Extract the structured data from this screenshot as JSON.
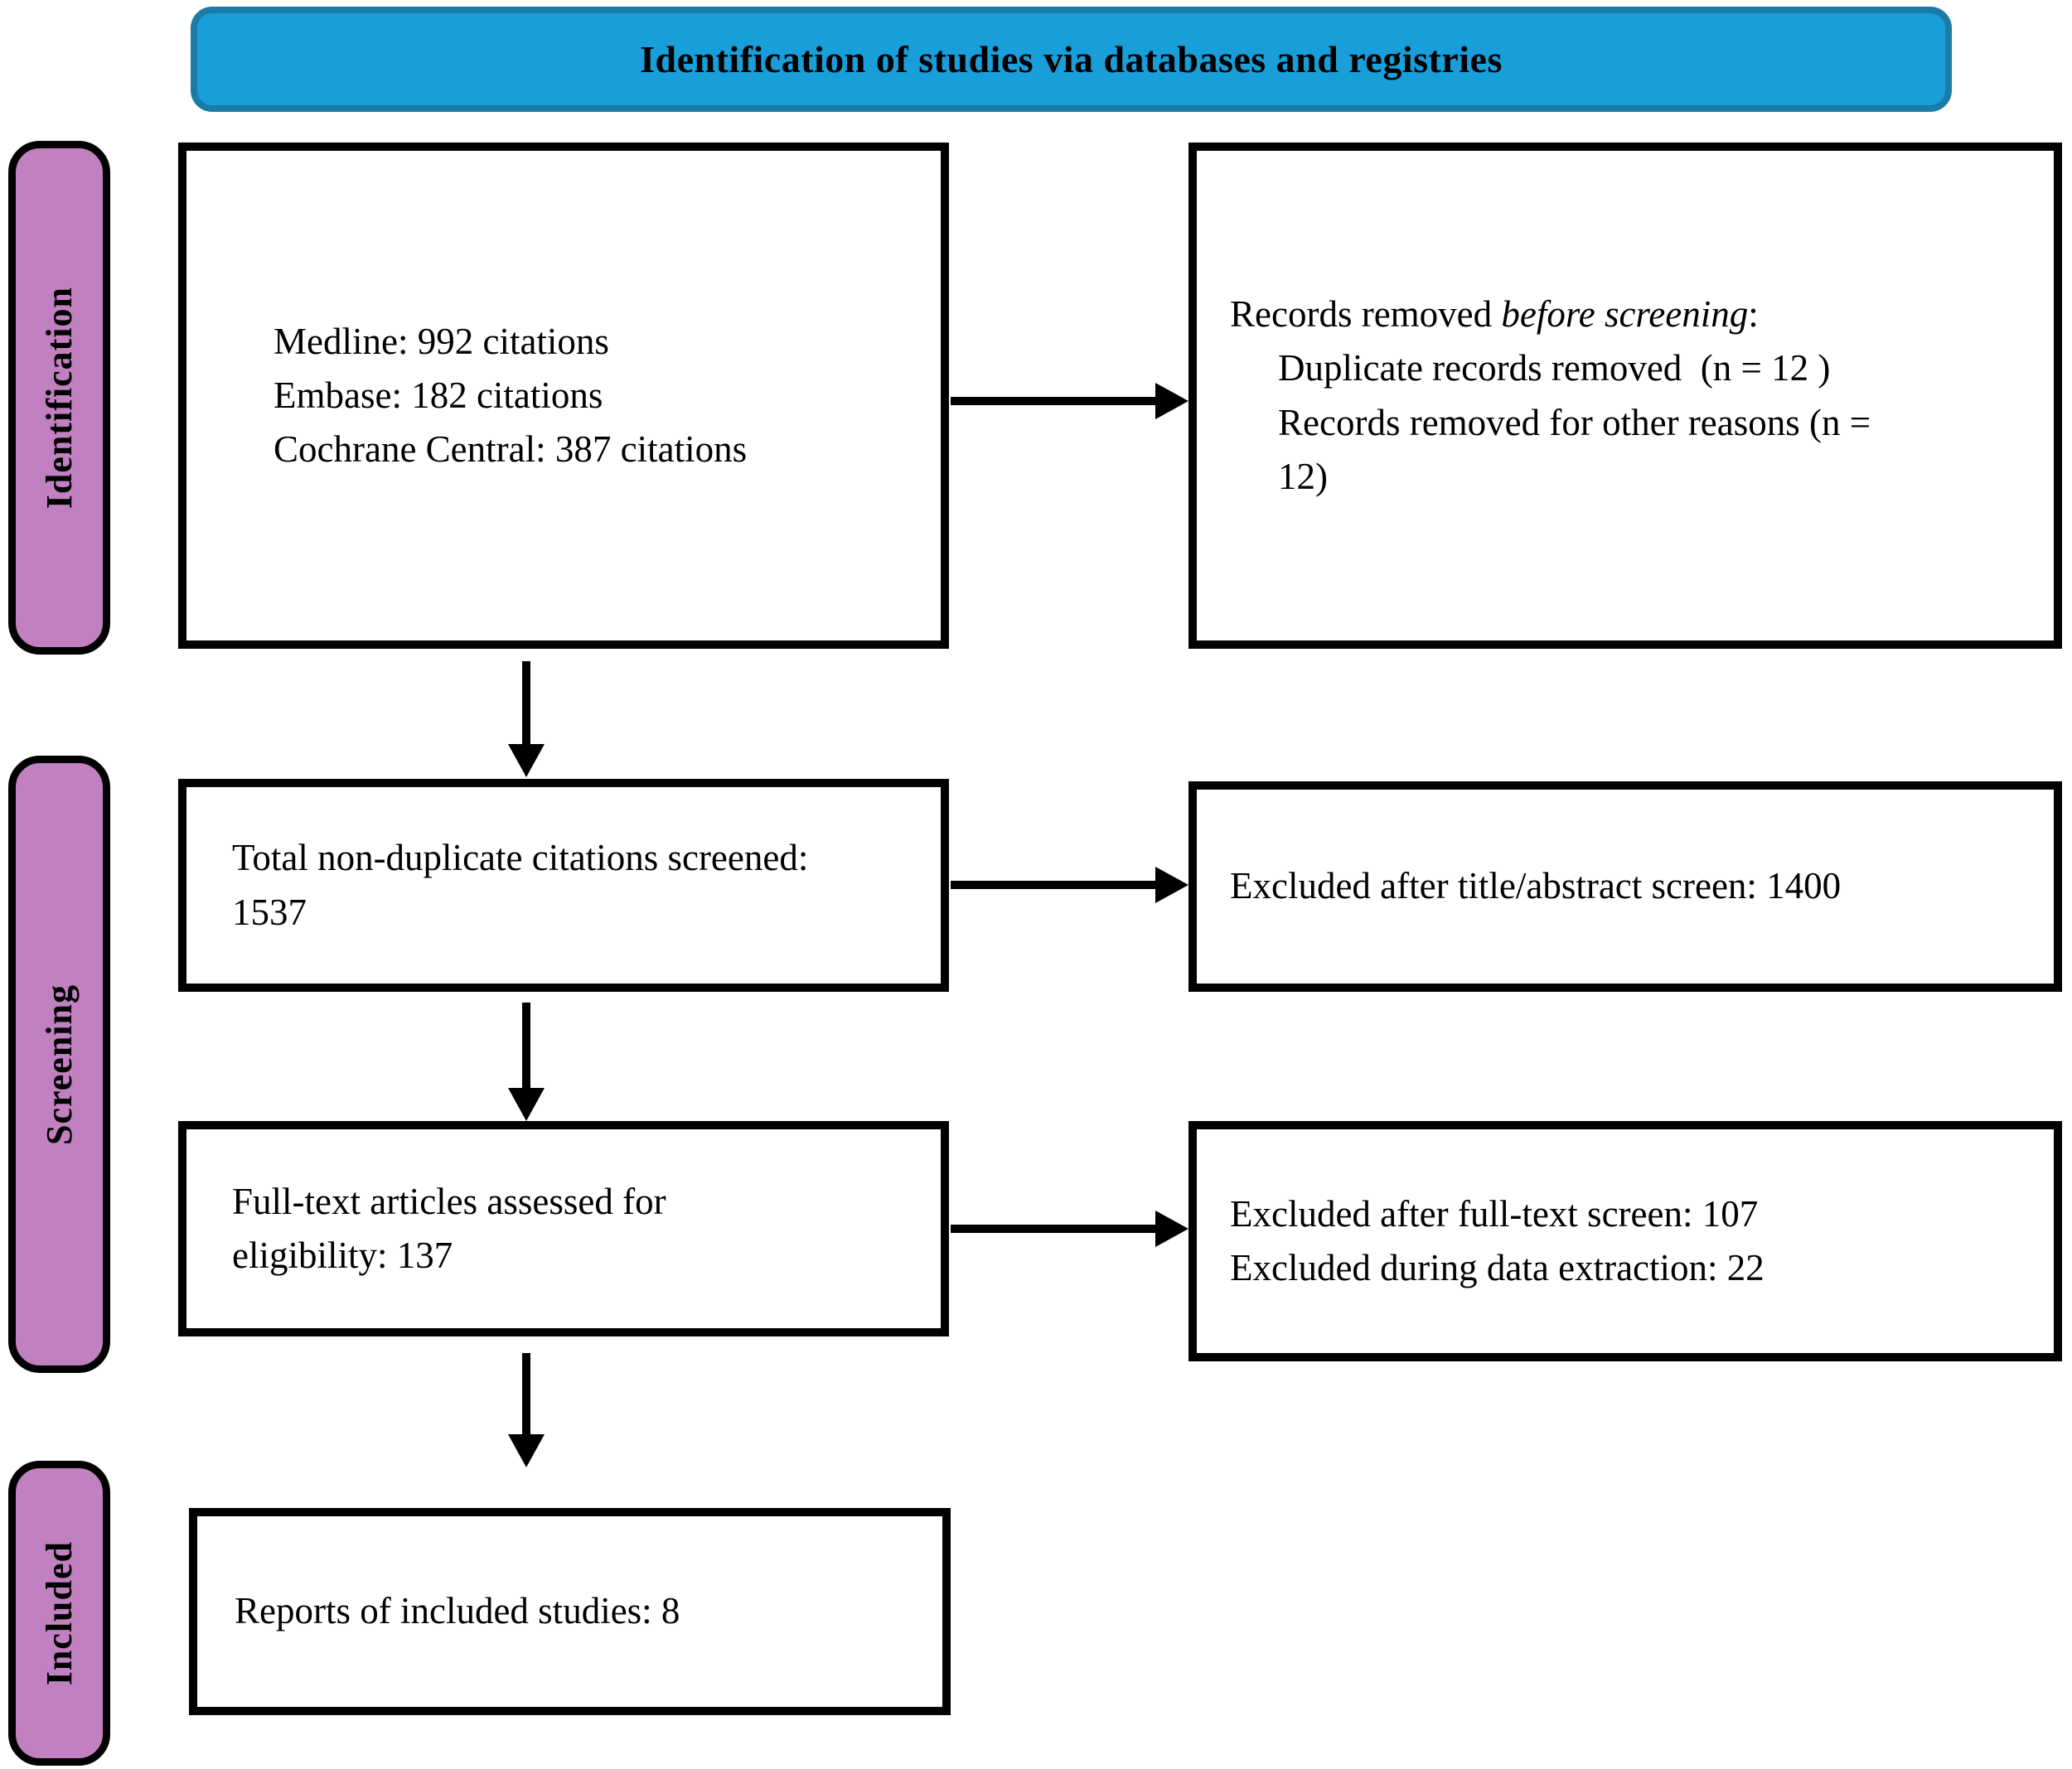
{
  "banner": {
    "title": "Identification of studies via databases and registries"
  },
  "stages": [
    {
      "label": "Identification"
    },
    {
      "label": "Screening"
    },
    {
      "label": "Included"
    }
  ],
  "boxes": {
    "sources": {
      "lines": [
        "Medline: 992 citations",
        "Embase: 182 citations",
        "Cochrane Central: 387 citations"
      ]
    },
    "removed_before_screening": {
      "intro_prefix": "Records removed ",
      "intro_italic": "before screening",
      "intro_suffix": ":",
      "items": [
        "Duplicate records removed  (n = 12 )",
        "Records removed for other reasons (n = 12)"
      ]
    },
    "screened": {
      "text": "Total non-duplicate citations screened: 1537"
    },
    "excluded_title_abstract": {
      "text": "Excluded after title/abstract screen: 1400"
    },
    "fulltext": {
      "text": "Full-text articles assessed for eligibility: 137"
    },
    "excluded_fulltext": {
      "lines": [
        "Excluded after full-text screen: 107",
        "Excluded during data extraction: 22"
      ]
    },
    "included": {
      "text": "Reports of included studies: 8"
    }
  },
  "colors": {
    "banner_fill": "#189ed9",
    "banner_border": "#1a7ca6",
    "stage_fill": "#c180bf",
    "stage_border": "#000000",
    "box_border": "#000000",
    "arrow_color": "#000000"
  }
}
